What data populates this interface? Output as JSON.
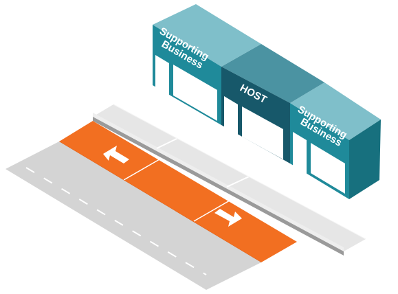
{
  "buildings": {
    "left": {
      "label_line1": "Supporting",
      "label_line2": "Business"
    },
    "center": {
      "label": "HOST"
    },
    "right": {
      "label_line1": "Supporting",
      "label_line2": "Business"
    }
  },
  "lanes": {
    "bike_lane_left_arrow": "arrow-left-icon",
    "bike_lane_right_arrow": "arrow-right-icon"
  },
  "colors": {
    "building_teal": "#1f8a9a",
    "building_teal_dark": "#17707e",
    "host_dark": "#17586a",
    "host_darker": "#114757",
    "sidewalk": "#e4e4e4",
    "bike_lane": "#f26f21",
    "road": "#d4d4d4",
    "curb": "#9a9a9a"
  }
}
